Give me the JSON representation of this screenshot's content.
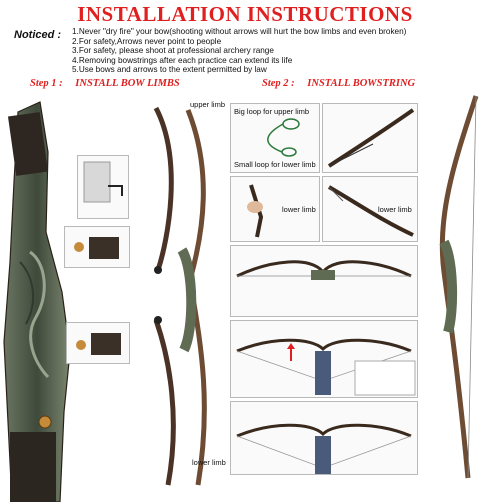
{
  "title": "INSTALLATION INSTRUCTIONS",
  "notice": {
    "label": "Noticed :",
    "items": [
      "1.Never \"dry fire\" your bow(shooting without arrows will hurt the bow limbs and even broken)",
      "2.For safety,Arrows never point to people",
      "3.For safety, please shoot at professional archery range",
      "4.Removing bowstrings after each practice can extend its life",
      "5.Use bows and arrows to the extent permitted by law"
    ]
  },
  "step1": {
    "label": "Step 1 :",
    "text": "INSTALL BOW LIMBS"
  },
  "step2": {
    "label": "Step 2 :",
    "text": "INSTALL BOWSTRING"
  },
  "labels": {
    "upper_limb": "upper limb",
    "lower_limb": "lower limb",
    "big_loop": "Big loop for upper limb",
    "small_loop": "Small loop for lower limb",
    "lower_limb_2": "lower limb",
    "lower_limb_3": "lower limb"
  },
  "colors": {
    "title": "#e02020",
    "wood_dark": "#3a2a1e",
    "wood_green": "#5f6b52",
    "limb": "#4a3326"
  }
}
